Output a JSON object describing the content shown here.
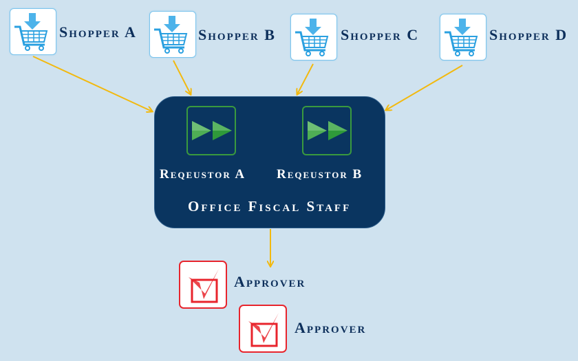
{
  "shoppers": [
    {
      "label": "Shopper A",
      "icon": "shopping-cart-icon"
    },
    {
      "label": "Shopper B",
      "icon": "shopping-cart-icon"
    },
    {
      "label": "Shopper C",
      "icon": "shopping-cart-icon"
    },
    {
      "label": "Shopper D",
      "icon": "shopping-cart-icon"
    }
  ],
  "office": {
    "title": "Office Fiscal Staff",
    "requestors": [
      {
        "label": "Reqeustor A",
        "icon": "fast-forward-icon"
      },
      {
        "label": "Reqeustor B",
        "icon": "fast-forward-icon"
      }
    ]
  },
  "approvers": [
    {
      "label": "Approver",
      "icon": "checkbox-check-icon"
    },
    {
      "label": "Approver",
      "icon": "checkbox-check-icon"
    }
  ],
  "colors": {
    "background": "#cfe2ef",
    "office_box": "#0a3560",
    "arrow": "#f2b90f",
    "label": "#0d2f5b"
  }
}
